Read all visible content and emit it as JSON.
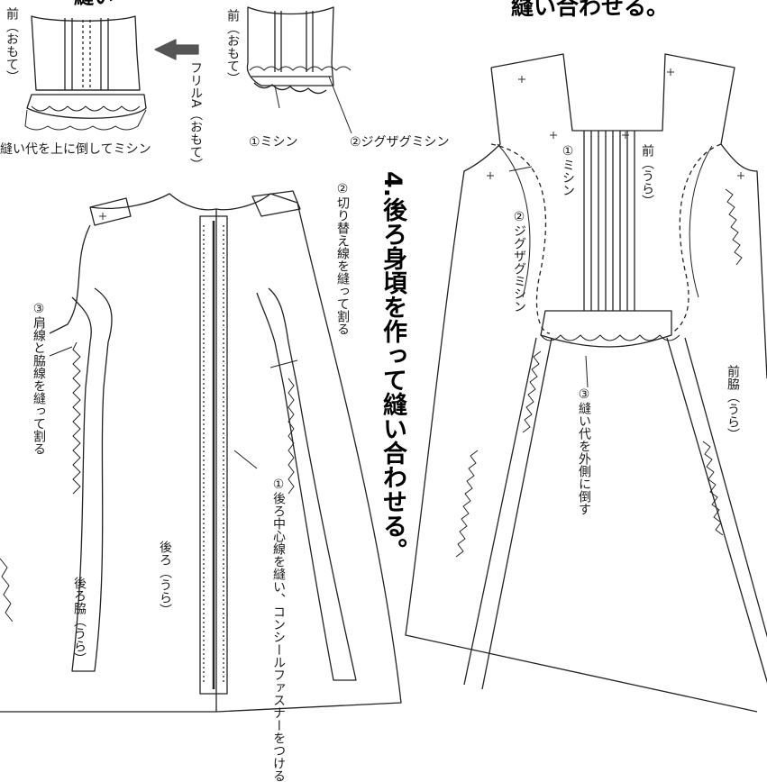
{
  "headings": {
    "top_right": "縫い合わせる。",
    "step4": "4.後ろ身頃を作って縫い合わせる。"
  },
  "top_left": {
    "cut_heading": "縫い",
    "front_face_left": "前（おもて）",
    "front_face_mid": "前（おもて）",
    "frill_a": "フリルA（おもて）",
    "seam_allowance_up": "縫い代を上に倒してミシン",
    "mishin_1": "①ミシン",
    "zigzag_2": "②ジグザグミシン"
  },
  "back": {
    "label_1": "①後ろ中心線を縫い、コンシールファスナーをつける",
    "label_2": "②切り替え線を縫って割る",
    "label_3": "③肩線と脇線を縫って割る",
    "back_wrong": "後ろ（うら）",
    "back_side_wrong": "後ろ脇（うら）"
  },
  "front": {
    "mishin_1": "①ミシン",
    "zigzag_2": "②ジグザグミシン",
    "front_wrong": "前（うら）",
    "seam_out_3": "③縫い代を外側に倒す",
    "front_side_wrong": "前脇（うら）"
  },
  "colors": {
    "line": "#222222",
    "arrow": "#555555",
    "paper": "#ffffff"
  }
}
